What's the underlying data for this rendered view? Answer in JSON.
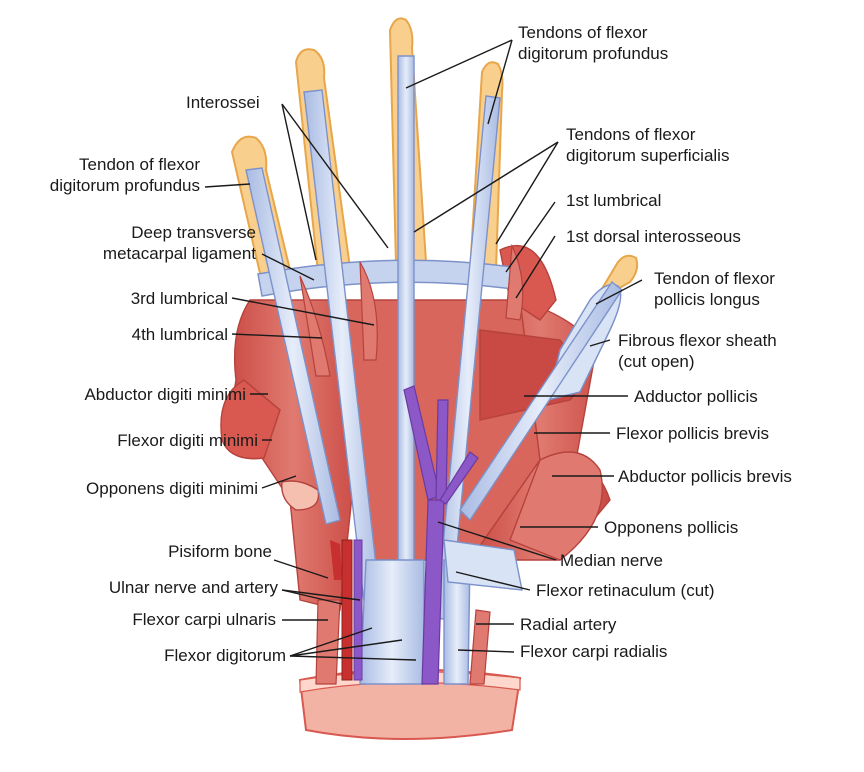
{
  "colors": {
    "background": "#ffffff",
    "bone": "#f9cf8e",
    "bone_outline": "#e8a64a",
    "muscle": "#d9584f",
    "muscle_light": "#ee9f92",
    "tendon": "#c6d3ee",
    "tendon_outline": "#7c92c9",
    "nerve": "#8c57c6",
    "artery": "#c8302f",
    "leader_line": "#1a1a1a"
  },
  "labels": {
    "fdp_tendons": [
      "Tendons of flexor",
      "digitorum profundus"
    ],
    "interossei": "Interossei",
    "fds_tendons": [
      "Tendons of flexor",
      "digitorum superficialis"
    ],
    "fdp_tendon": [
      "Tendon of flexor",
      "digitorum profundus"
    ],
    "first_lumbrical": "1st lumbrical",
    "deep_transverse": [
      "Deep transverse",
      "metacarpal ligament"
    ],
    "first_dorsal_interosseous": "1st dorsal interosseous",
    "fpl_tendon": [
      "Tendon of flexor",
      "pollicis longus"
    ],
    "third_lumbrical": "3rd lumbrical",
    "fibrous_sheath": [
      "Fibrous flexor sheath",
      "(cut open)"
    ],
    "fourth_lumbrical": "4th lumbrical",
    "abductor_digiti_minimi": "Abductor digiti minimi",
    "adductor_pollicis": "Adductor pollicis",
    "flexor_digiti_minimi": "Flexor digiti minimi",
    "flexor_pollicis_brevis": "Flexor pollicis brevis",
    "abductor_pollicis_brevis": "Abductor pollicis brevis",
    "opponens_digiti_minimi": "Opponens digiti minimi",
    "opponens_pollicis": "Opponens pollicis",
    "pisiform_bone": "Pisiform bone",
    "median_nerve": "Median nerve",
    "ulnar_nerve_artery": "Ulnar nerve and artery",
    "flexor_retinaculum": "Flexor retinaculum (cut)",
    "flexor_carpi_ulnaris": "Flexor carpi ulnaris",
    "radial_artery": "Radial artery",
    "flexor_digitorum": "Flexor digitorum",
    "flexor_carpi_radialis": "Flexor carpi radialis"
  }
}
